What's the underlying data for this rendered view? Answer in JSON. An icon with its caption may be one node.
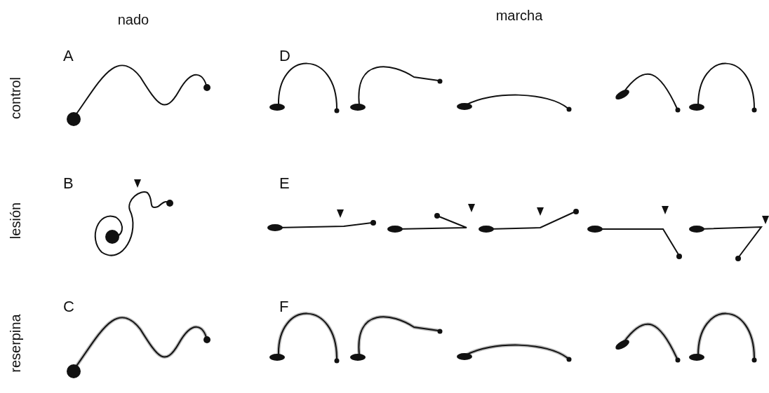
{
  "diagram": {
    "labels": [
      "nado",
      "marcha",
      "control",
      "A",
      "D",
      "lesión",
      "B",
      "E",
      "reserpina",
      "C",
      "F"
    ]
  }
}
